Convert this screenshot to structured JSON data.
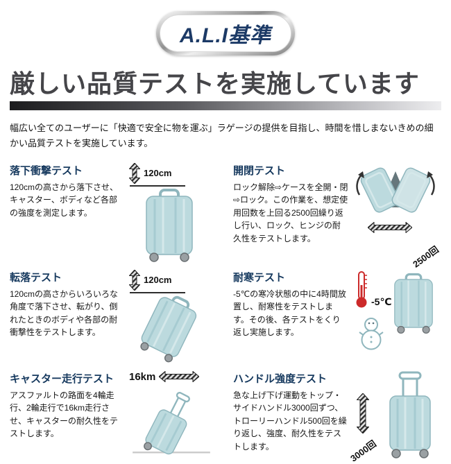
{
  "logo": {
    "text": "A.L.I基準"
  },
  "heading": {
    "title": "厳しい品質テストを実施しています"
  },
  "intro": {
    "text": "幅広い全てのユーザーに「快適で安全に物を運ぶ」ラゲージの提供を目指し、時間を惜しまないきめの細かい品質テストを実施しています。"
  },
  "colors": {
    "accent_navy": "#16395e",
    "case_fill": "#bcdade",
    "thermometer_red": "#cc2a2a",
    "title_bar_dark": "#1c1c1e"
  },
  "tests": [
    {
      "id": "drop-impact",
      "title": "落下衝撃テスト",
      "body": "120cmの高さから落下させ、キャスター、ボディなど各部の強度を測定します。",
      "figure_label": "120cm"
    },
    {
      "id": "open-close",
      "title": "開閉テスト",
      "body": "ロック解除⇨ケースを全開・閉⇨ロック。この作業を、想定使用回数を上回る2500回繰り返し行い、ロック、ヒンジの耐久性をテストします。",
      "figure_label": "2500回"
    },
    {
      "id": "tumble",
      "title": "転落テスト",
      "body": "120cmの高さからいろいろな角度で落下させ、転がり、倒れたときのボディや各部の耐衝撃性をテストします。",
      "figure_label": "120cm"
    },
    {
      "id": "cold-resistance",
      "title": "耐寒テスト",
      "body": "-5℃の寒冷状態の中に4時間放置し、耐寒性をテストします。その後、各テストをくり返し実施します。",
      "figure_label": "-5℃"
    },
    {
      "id": "caster-run",
      "title": "キャスター走行テスト",
      "body": "アスファルトの路面を4輪走行、2輪走行で16km走行させ、キャスターの耐久性をテストします。",
      "figure_label": "16km"
    },
    {
      "id": "handle-strength",
      "title": "ハンドル強度テスト",
      "body": "急な上げ下げ運動をトップ・サイドハンドル3000回ずつ、トローリーハンドル500回を繰り返し、強度、耐久性をテストします。",
      "figure_label": "3000回"
    }
  ]
}
